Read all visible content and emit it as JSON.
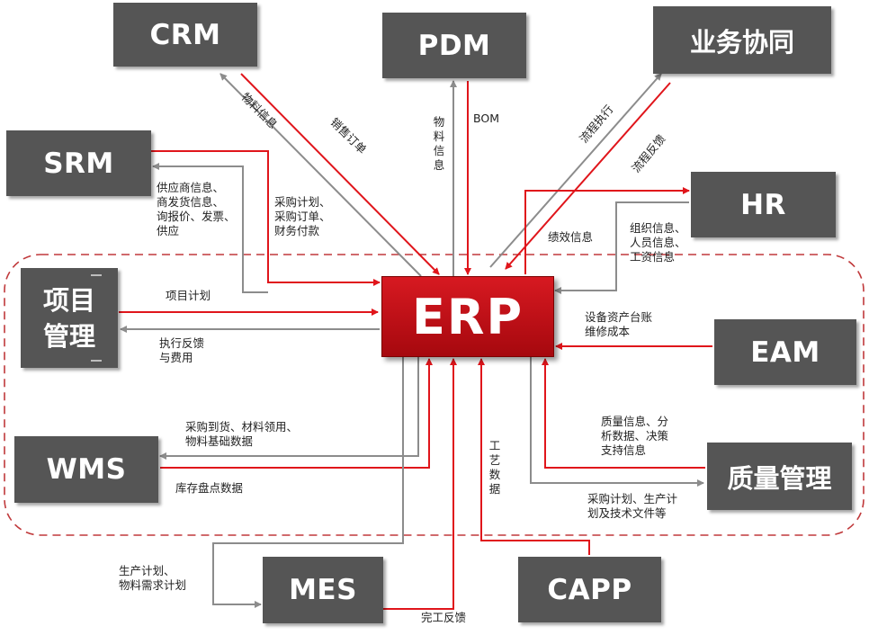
{
  "colors": {
    "red": "#e0151b",
    "gray": "#8c8c8c",
    "box": "#555555",
    "erp": "#c4121a",
    "dash": "#c0393b"
  },
  "center": {
    "label": "ERP"
  },
  "nodes": {
    "crm": "CRM",
    "pdm": "PDM",
    "collab": "业务协同",
    "srm": "SRM",
    "hr": "HR",
    "project": {
      "line1": "项目",
      "line2": "管理"
    },
    "eam": "EAM",
    "wms": "WMS",
    "quality": "质量管理",
    "mes": "MES",
    "capp": "CAPP"
  },
  "labels": {
    "crm_material": "物料信息",
    "crm_sales": "销售订单",
    "pdm_material": "物\n料\n信\n息",
    "pdm_bom": "BOM",
    "collab_exec": "流程执行",
    "collab_feedback": "流程反馈",
    "srm_info": "供应商信息、\n商发货信息、\n询报价、发票、\n供应",
    "srm_purchase": "采购计划、\n采购订单、\n财务付款",
    "hr_perf": "绩效信息",
    "hr_org": "组织信息、\n人员信息、\n工资信息",
    "proj_plan": "项目计划",
    "proj_feedback": "执行反馈\n与费用",
    "eam_assets": "设备资产台账\n维修成本",
    "wms_purchase": "采购到货、材料领用、\n物料基础数据",
    "wms_inventory": "库存盘点数据",
    "craft": "工\n艺\n数\n据",
    "quality_info": "质量信息、分\n析数据、决策\n支持信息",
    "quality_plan": "采购计划、生产计\n划及技术文件等",
    "mes_plan": "生产计划、\n物料需求计划",
    "mes_done": "完工反馈"
  }
}
